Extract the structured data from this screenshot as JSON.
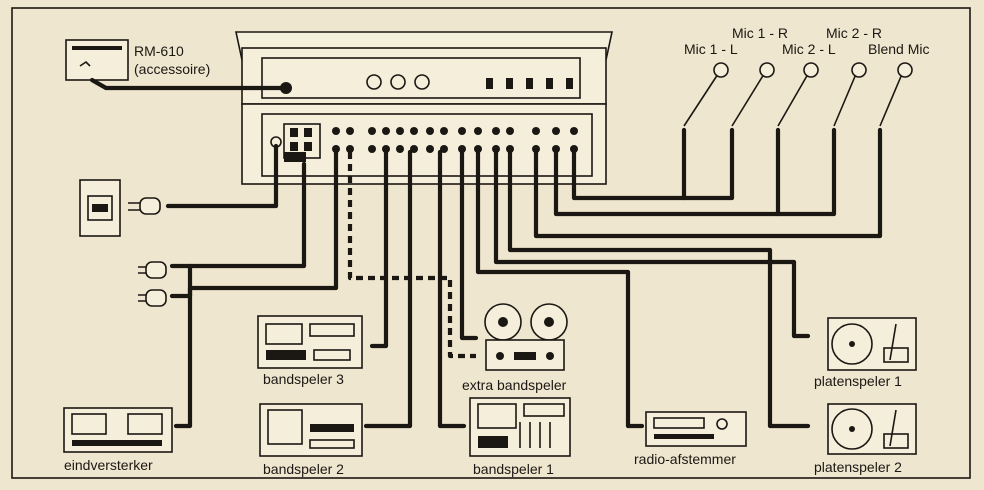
{
  "labels": {
    "remote_model": "RM-610",
    "remote_note": "(accessoire)",
    "mic_1_l": "Mic 1 - L",
    "mic_1_r": "Mic 1 - R",
    "mic_2_l": "Mic 2 - L",
    "mic_2_r": "Mic 2 - R",
    "blend_mic": "Blend Mic",
    "tape_3": "bandspeler 3",
    "tape_2": "bandspeler 2",
    "tape_1": "bandspeler 1",
    "extra_tape": "extra bandspeler",
    "amplifier": "eindversterker",
    "tuner": "radio-afstemmer",
    "turntable_1": "platenspeler 1",
    "turntable_2": "platenspeler 2"
  }
}
